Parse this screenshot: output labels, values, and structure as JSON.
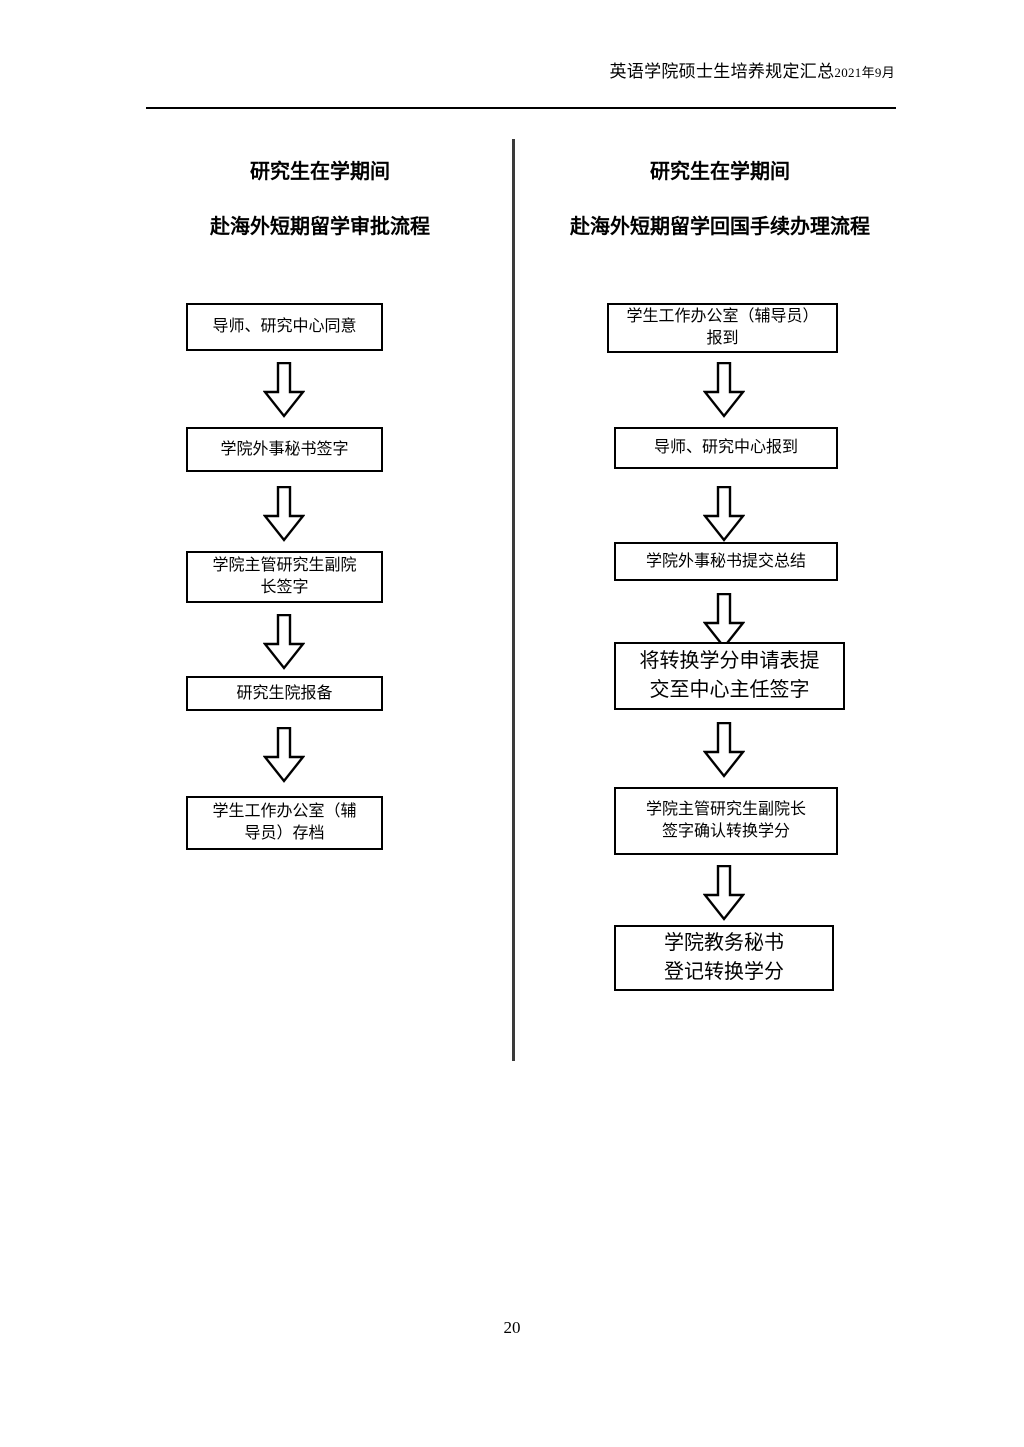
{
  "document": {
    "header_title": "英语学院硕士生培养规定汇总",
    "header_date": "2021年9月",
    "page_number": "20"
  },
  "left_column": {
    "title_line1": "研究生在学期间",
    "title_line2": "赴海外短期留学审批流程",
    "steps": [
      {
        "label": "导师、研究中心同意"
      },
      {
        "label": "学院外事秘书签字"
      },
      {
        "label": "学院主管研究生副院\n长签字"
      },
      {
        "label": "研究生院报备"
      },
      {
        "label": "学生工作办公室（辅\n导员）存档"
      }
    ],
    "arrows": [
      {
        "name": "arrow-down-1"
      },
      {
        "name": "arrow-down-2"
      },
      {
        "name": "arrow-down-3"
      },
      {
        "name": "arrow-down-4"
      }
    ]
  },
  "right_column": {
    "title_line1": "研究生在学期间",
    "title_line2": "赴海外短期留学回国手续办理流程",
    "steps": [
      {
        "label": "学生工作办公室（辅导员）\n报到"
      },
      {
        "label": "导师、研究中心报到"
      },
      {
        "label": "学院外事秘书提交总结"
      },
      {
        "label": "将转换学分申请表提\n交至中心主任签字"
      },
      {
        "label": "学院主管研究生副院长\n签字确认转换学分"
      },
      {
        "label": "学院教务秘书\n登记转换学分"
      }
    ],
    "arrows": [
      {
        "name": "arrow-down-1"
      },
      {
        "name": "arrow-down-2"
      },
      {
        "name": "arrow-down-3"
      },
      {
        "name": "arrow-down-4"
      },
      {
        "name": "arrow-down-5"
      }
    ]
  },
  "colors": {
    "ink": "#000000",
    "divider": "#3a3a3a",
    "paper": "#ffffff"
  }
}
